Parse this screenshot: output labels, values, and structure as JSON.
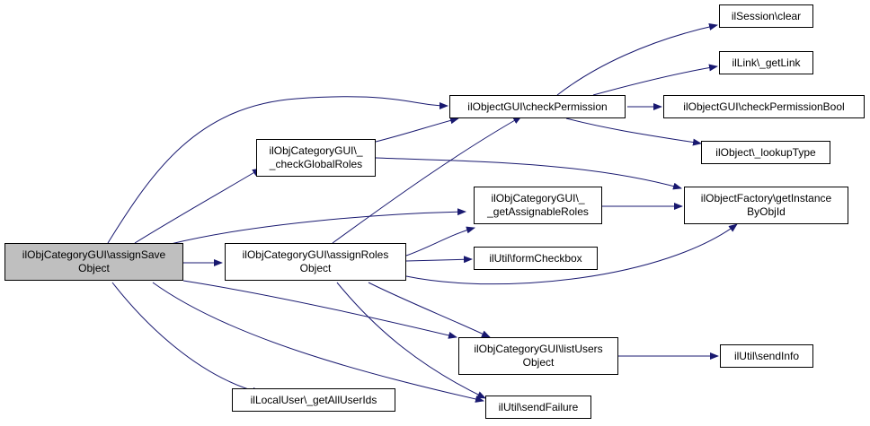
{
  "colors": {
    "edge": "#191970",
    "root_fill": "#bfbfbf",
    "node_fill": "#ffffff",
    "border": "#000000"
  },
  "nodes": {
    "assignSave": {
      "lines": [
        "ilObjCategoryGUI\\assignSave",
        "Object"
      ]
    },
    "checkGlobal": {
      "lines": [
        "ilObjCategoryGUI\\_",
        "_checkGlobalRoles"
      ]
    },
    "assignRoles": {
      "lines": [
        "ilObjCategoryGUI\\assignRoles",
        "Object"
      ]
    },
    "getAllUser": {
      "lines": [
        "ilLocalUser\\_getAllUserIds"
      ]
    },
    "checkPerm": {
      "lines": [
        "ilObjectGUI\\checkPermission"
      ]
    },
    "getAssignable": {
      "lines": [
        "ilObjCategoryGUI\\_",
        "_getAssignableRoles"
      ]
    },
    "formCheckbox": {
      "lines": [
        "ilUtil\\formCheckbox"
      ]
    },
    "listUsers": {
      "lines": [
        "ilObjCategoryGUI\\listUsers",
        "Object"
      ]
    },
    "sendFailure": {
      "lines": [
        "ilUtil\\sendFailure"
      ]
    },
    "sessClear": {
      "lines": [
        "ilSession\\clear"
      ]
    },
    "getLink": {
      "lines": [
        "ilLink\\_getLink"
      ]
    },
    "checkPermBool": {
      "lines": [
        "ilObjectGUI\\checkPermissionBool"
      ]
    },
    "lookupType": {
      "lines": [
        "ilObject\\_lookupType"
      ]
    },
    "getInstance": {
      "lines": [
        "ilObjectFactory\\getInstance",
        "ByObjId"
      ]
    },
    "sendInfo": {
      "lines": [
        "ilUtil\\sendInfo"
      ]
    }
  }
}
